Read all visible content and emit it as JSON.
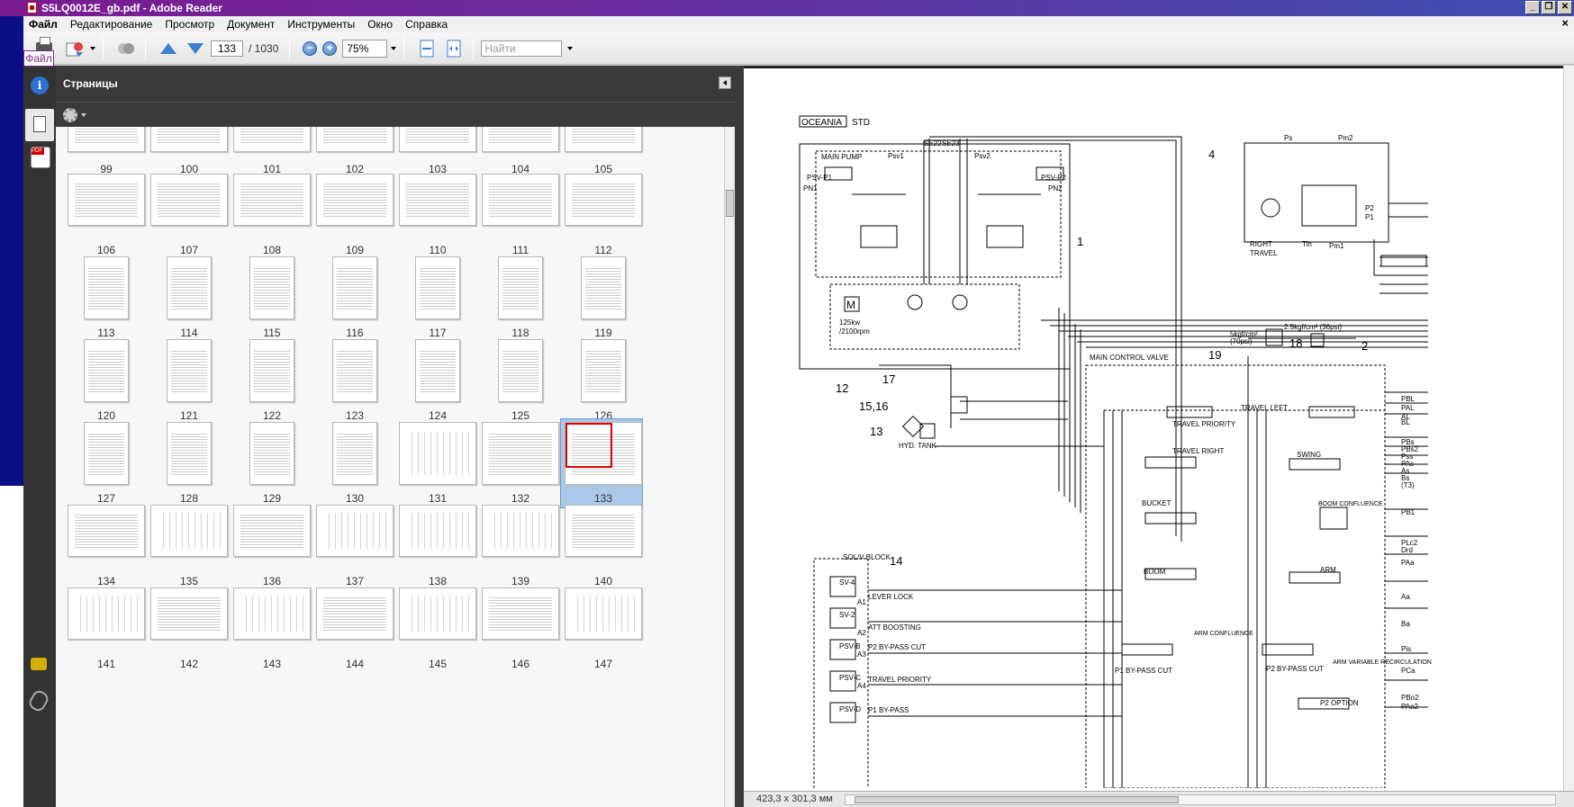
{
  "window": {
    "title": "S5LQ0012E_gb.pdf - Adobe Reader",
    "controls": {
      "minimize": "_",
      "maximize": "❐",
      "close": "✕"
    }
  },
  "menu": {
    "items": [
      "Файл",
      "Редактирование",
      "Просмотр",
      "Документ",
      "Инструменты",
      "Окно",
      "Справка"
    ],
    "close_glyph": "×"
  },
  "toolbar": {
    "current_page": "133",
    "total_pages": "/ 1030",
    "zoom": "75%",
    "search_placeholder": "Найти",
    "zoom_out": "−",
    "zoom_in": "+"
  },
  "tooltip": "Файл",
  "panel": {
    "title": "Страницы"
  },
  "thumbnails": {
    "selected_page": "133",
    "rows": [
      [
        "99",
        "100",
        "101",
        "102",
        "103",
        "104",
        "105"
      ],
      [
        "106",
        "107",
        "108",
        "109",
        "110",
        "111",
        "112"
      ],
      [
        "113",
        "114",
        "115",
        "116",
        "117",
        "118",
        "119"
      ],
      [
        "120",
        "121",
        "122",
        "123",
        "124",
        "125",
        "126"
      ],
      [
        "127",
        "128",
        "129",
        "130",
        "131",
        "132",
        "133"
      ],
      [
        "134",
        "135",
        "136",
        "137",
        "138",
        "139",
        "140"
      ],
      [
        "141",
        "142",
        "143",
        "144",
        "145",
        "146",
        "147"
      ]
    ]
  },
  "document": {
    "size_label": "423,3 x 301,3 мм",
    "header": "OCEANIA",
    "header_suffix": "STD",
    "labels": {
      "main_pump": "MAIN PUMP",
      "motor": "M",
      "power": "125kw",
      "rpm": "/2100rpm",
      "main_control_valve": "MAIN CONTROL VALVE",
      "hyd_tank": "HYD. TANK",
      "right_travel": "RIGHT",
      "travel": "TRAVEL",
      "travel_left": "TRAVEL LEFT",
      "travel_priority": "TRAVEL PRIORITY",
      "travel_right": "TRAVEL RIGHT",
      "swing": "SWING",
      "bucket": "BUCKET",
      "boom_confluence": "BOOM CONFLUENCE",
      "boom": "BOOM",
      "arm": "ARM",
      "arm_confluence": "ARM CONFLUENCE",
      "solv_block": "SOL/V BLOCK",
      "lever_lock": "LEVER LOCK",
      "att_boosting": "ATT BOOSTING",
      "p2_bypass_cut_sol": "P2 BY-PASS CUT",
      "travel_priority_sol": "TRAVEL PRIORITY",
      "p1_bypass_sol": "P1 BY-PASS",
      "p1_bypass_cut": "P1 BY-PASS CUT",
      "p2_bypass_cut": "P2 BY-PASS CUT",
      "arm_variable": "ARM VARIABLE RECIRCULATION",
      "p2_option": "P2 OPTION",
      "press1": "5kgf/cm²",
      "press1b": "(70psi)",
      "press2": "2.5kgf/cm² (36psi)",
      "n1": "1",
      "n2": "2",
      "n4": "4",
      "n12": "12",
      "n13": "13",
      "n14": "14",
      "n1516": "15,16",
      "n17": "17",
      "n18": "18",
      "n19": "19",
      "sv4": "SV-4",
      "sv2": "SV-2",
      "psvb": "PSV-B",
      "psvc": "PSV-C",
      "psvd": "PSV-D",
      "a1": "A1",
      "a2": "A2",
      "a3": "A3",
      "a4": "A4",
      "psv1": "Psv1",
      "psv2": "Psv2",
      "psvp1": "PSV-P1",
      "psvp2": "PSV-P2",
      "pn1": "PN1",
      "pn2": "PN2",
      "se22": "SE22",
      "se23": "SE23",
      "p1": "P1",
      "p2": "P2",
      "pm1": "Pm1",
      "pm2": "Pm2",
      "ps": "Ps",
      "tin": "Tin"
    },
    "right_ports": [
      "PBL",
      "PAL",
      "AL",
      "BL",
      "PBs",
      "PBs2",
      "Pss",
      "PAs",
      "As",
      "Bs",
      "(T3)",
      "PB1",
      "PLc2",
      "Drd",
      "PAa",
      "Aa",
      "Ba",
      "Pis",
      "PCa",
      "PBo2",
      "PAo2"
    ]
  }
}
